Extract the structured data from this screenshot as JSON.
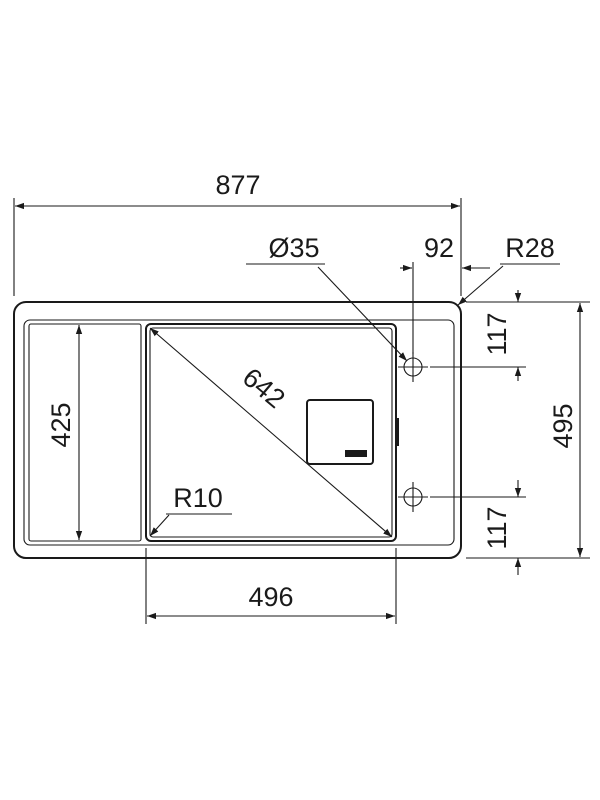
{
  "dimensions": {
    "total_width": "877",
    "tap_hole_diameter": "Ø35",
    "tap_hole_offset": "92",
    "corner_radius_outer": "R28",
    "tap_hole_top_offset": "117",
    "bowl_diagonal": "642",
    "drainer_depth": "425",
    "total_depth": "495",
    "bowl_corner_radius": "R10",
    "tap_hole_bottom_offset": "117",
    "bowl_width": "496"
  },
  "colors": {
    "line": "#1a1a1a",
    "background": "#ffffff"
  }
}
